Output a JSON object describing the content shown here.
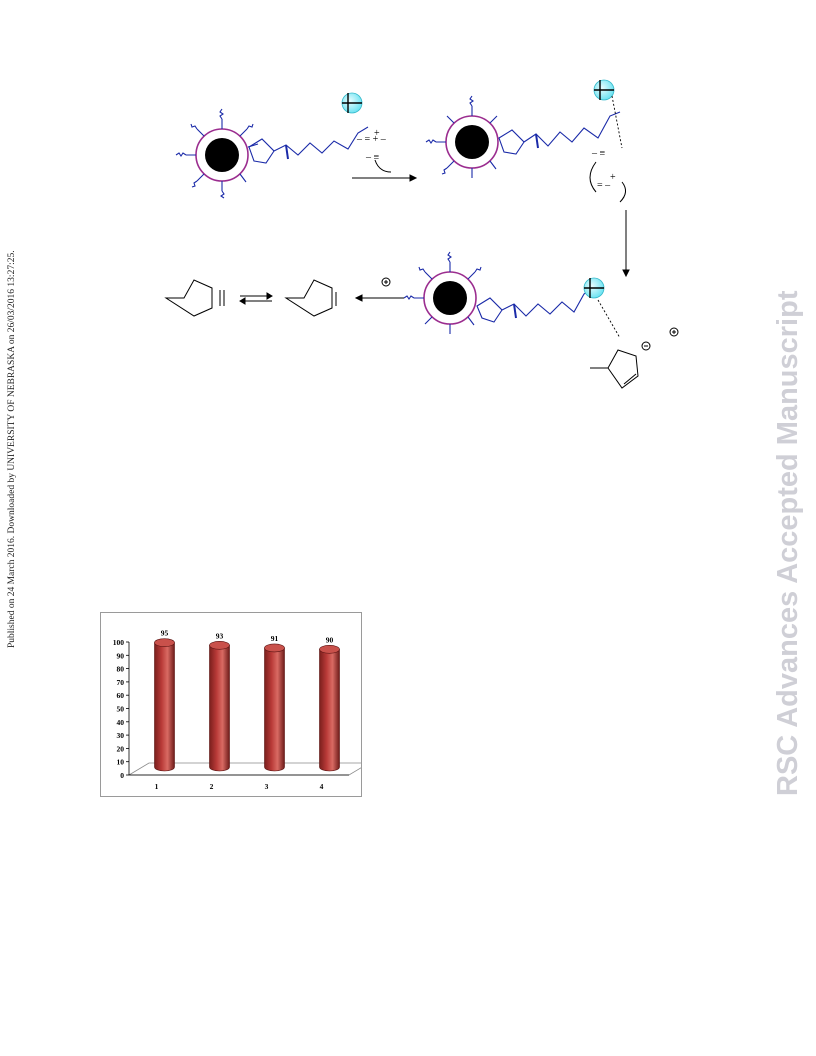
{
  "side_note": "Published on 24 March 2016. Downloaded by UNIVERSITY OF NEBRASKA on 26/03/2016 13:27:25.",
  "watermark": "RSC Advances Accepted Manuscript",
  "scheme": {
    "charge_labels": [
      "+",
      "+",
      "+"
    ],
    "colors": {
      "core": "#000000",
      "shell": "#9b2d8f",
      "linker": "#1a2aa8",
      "metal": "#6fe3f2"
    }
  },
  "chart_data": {
    "type": "bar",
    "categories": [
      "1",
      "2",
      "3",
      "4"
    ],
    "values": [
      95,
      93,
      91,
      90
    ],
    "data_labels": [
      "95",
      "93",
      "91",
      "90"
    ],
    "ylim": [
      0,
      100
    ],
    "yticks": [
      "0",
      "10",
      "20",
      "30",
      "40",
      "50",
      "60",
      "70",
      "80",
      "90",
      "100"
    ],
    "title": "",
    "xlabel": "",
    "ylabel": "",
    "bar_color": "#b83a37",
    "grid": false
  }
}
